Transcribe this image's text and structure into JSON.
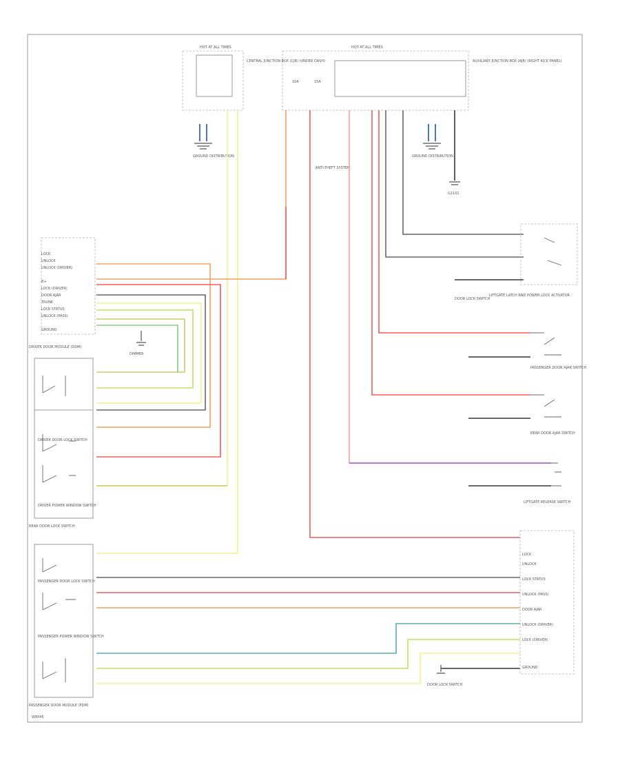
{
  "diagram": {
    "components": {
      "fuse_box_left": {
        "title": "HOT AT ALL TIMES",
        "desc": "CENTRAL JUNCTION BOX (CJB) (UNDER DASH)"
      },
      "fuse_box_right": {
        "title": "HOT AT ALL TIMES",
        "desc": "AUXILIARY JUNCTION BOX (AJB) (RIGHT KICK PANEL)"
      },
      "fuse_10a": "10A",
      "fuse_15a": "15A",
      "ground_left": "GROUND DISTRIBUTION",
      "ground_right": "GROUND DISTRIBUTION",
      "ground_g": "G1101",
      "splice_label": "ANTI-THEFT SYSTEM",
      "driver_module": "DRIVER DOOR MODULE (DDM)",
      "driver_lock_switch": "DRIVER DOOR LOCK SWITCH",
      "driver_window_switch": "DRIVER POWER WINDOW SWITCH",
      "rear_lock_switch": "REAR DOOR LOCK SWITCH",
      "passenger_module": "PASSENGER DOOR MODULE (PDM)",
      "passenger_lock_switch": "PASSENGER DOOR LOCK SWITCH",
      "passenger_window_switch": "PASSENGER POWER WINDOW SWITCH",
      "actuator": "LIFTGATE LATCH AND POWER LOCK ACTUATOR",
      "ajar_switch_1": "PASSENGER DOOR AJAR SWITCH",
      "ajar_switch_2": "REAR DOOR AJAR SWITCH",
      "liftgate_switch": "LIFTGATE RELEASE SWITCH",
      "door_lock_switch_left": "DOOR LOCK SWITCH",
      "door_lock_switch_right": "DOOR LOCK SWITCH",
      "dim_label": "DIMMER",
      "footer_code": "W8045"
    },
    "pins_left": [
      "LOCK",
      "UNLOCK",
      "UNLOCK (DRIVER)",
      "B+",
      "LOCK (DRIVER)",
      "DOOR AJAR",
      "TRUNK",
      "LOCK STATUS",
      "UNLOCK (PASS)",
      "GROUND"
    ],
    "pins_right": [
      "LOCK",
      "UNLOCK",
      "LOCK STATUS",
      "UNLOCK (PASS)",
      "DOOR AJAR",
      "UNLOCK (DRIVER)",
      "LOCK (DRIVER)",
      "GROUND"
    ],
    "wire_colors": {
      "orange": "#f2a060",
      "red": "#f05a5a",
      "pink": "#f5a5a5",
      "yellow": "#f2f28a",
      "lime": "#b9e55a",
      "green": "#7fd27f",
      "olive": "#c8cc6a",
      "tan": "#e8c878",
      "gray": "#666666",
      "blue": "#4a74c8",
      "purple": "#9a60c8",
      "teal": "#5aa8b8",
      "black": "#333333"
    }
  }
}
